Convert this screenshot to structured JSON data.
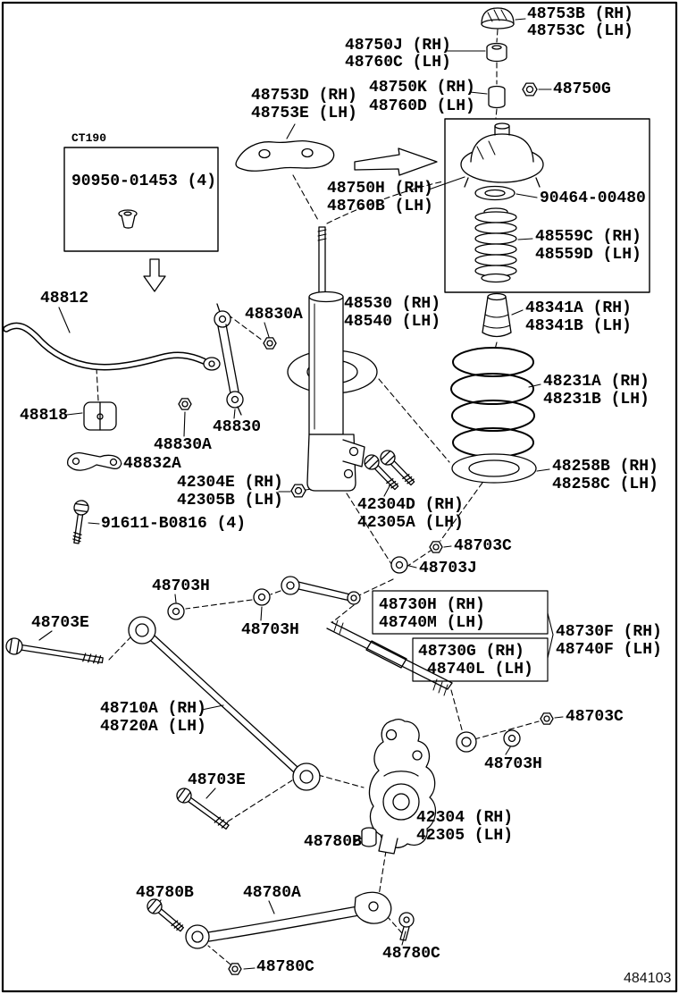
{
  "diagram": {
    "code": "CT190",
    "sheet_number": "484103",
    "colors": {
      "line": "#000000",
      "background": "#ffffff"
    }
  },
  "labels": {
    "cap_rh": "48753B (RH)",
    "cap_lh": "48753C (LH)",
    "support_nut_rh": "48750J (RH)",
    "support_nut_lh": "48760C (LH)",
    "support_spacer_rh": "48750K (RH)",
    "support_spacer_lh": "48760D (LH)",
    "support_nut_single": "48750G",
    "support_plate_rh": "48753D (RH)",
    "support_plate_lh": "48753E (LH)",
    "ct_code": "CT190",
    "clip_nut": "90950-01453 (4)",
    "support_rh": "48750H (RH)",
    "support_lh": "48760B (LH)",
    "bearing": "90464-00480",
    "boot_rh": "48559C (RH)",
    "boot_lh": "48559D (LH)",
    "stabilizer_bar": "48812",
    "link_nut_upper": "48830A",
    "shock_rh": "48530 (RH)",
    "shock_lh": "48540 (LH)",
    "bumper_rh": "48341A (RH)",
    "bumper_lh": "48341B (LH)",
    "spring_rh": "48231A (RH)",
    "spring_lh": "48231B (LH)",
    "bar_bushing": "48818",
    "stabilizer_link": "48830",
    "link_nut_lower": "48830A",
    "bar_bracket": "48832A",
    "shock_nut_rh": "42304E (RH)",
    "shock_nut_lh": "42305B (LH)",
    "spring_seat_rh": "48258B (RH)",
    "spring_seat_lh": "48258C (LH)",
    "bracket_bolt": "91611-B0816 (4)",
    "shock_bolt_rh": "42304D (RH)",
    "shock_bolt_lh": "42305A (LH)",
    "nut_48703c_upper": "48703C",
    "washer_48703j": "48703J",
    "washer_48703h_left": "48703H",
    "arm_front_rh": "48730H (RH)",
    "arm_front_lh": "48740M (LH)",
    "washer_48703h_mid": "48703H",
    "arm_assy_rh": "48730F (RH)",
    "arm_assy_lh": "48740F (LH)",
    "arm_rear_rh": "48730G (RH)",
    "arm_rear_lh": "48740L (LH)",
    "bolt_48703e_left": "48703E",
    "arm_no2_rh": "48710A (RH)",
    "arm_no2_lh": "48720A (LH)",
    "nut_48703c_right": "48703C",
    "washer_48703h_right": "48703H",
    "bolt_48703e_lower": "48703E",
    "knuckle_rh": "42304 (RH)",
    "knuckle_lh": "42305 (LH)",
    "bushing_48780b": "48780B",
    "bolt_48780b": "48780B",
    "strut_rod": "48780A",
    "bushing_48780c": "48780C",
    "nut_48780c": "48780C"
  }
}
